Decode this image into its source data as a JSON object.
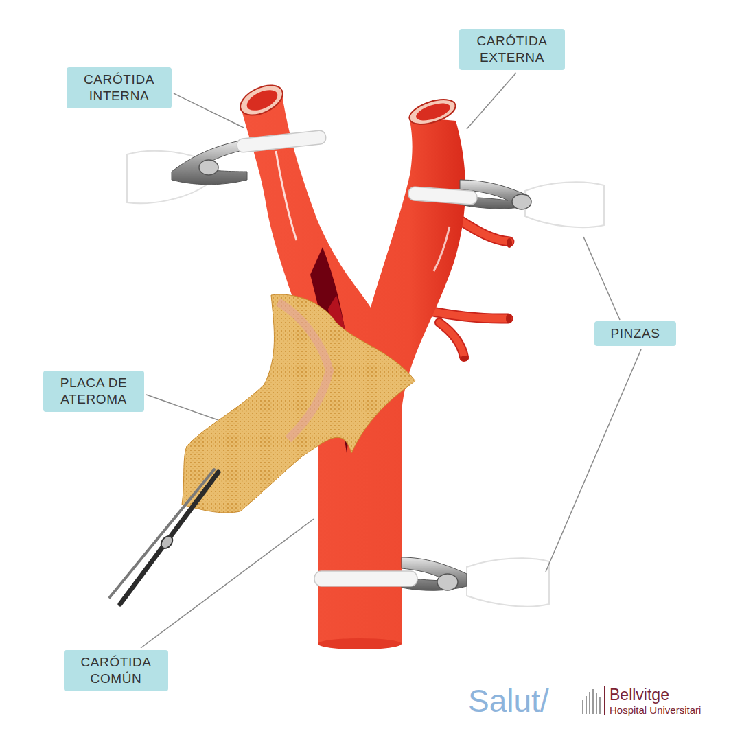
{
  "diagram": {
    "nodes": [
      {
        "text": [
          "CARÓTIDA INTERNA"
        ]
      },
      {
        "text": [
          "CARÓTIDA EXTERNA"
        ]
      },
      {
        "text": [
          "PINZAS"
        ]
      },
      {
        "text": [
          "PLACA DE ATEROMA"
        ]
      },
      {
        "text": [
          "CARÓTIDA COMÚN"
        ]
      }
    ],
    "labels": [
      "Salut/",
      "Bellvitge",
      "Hospital Universitari"
    ]
  }
}
